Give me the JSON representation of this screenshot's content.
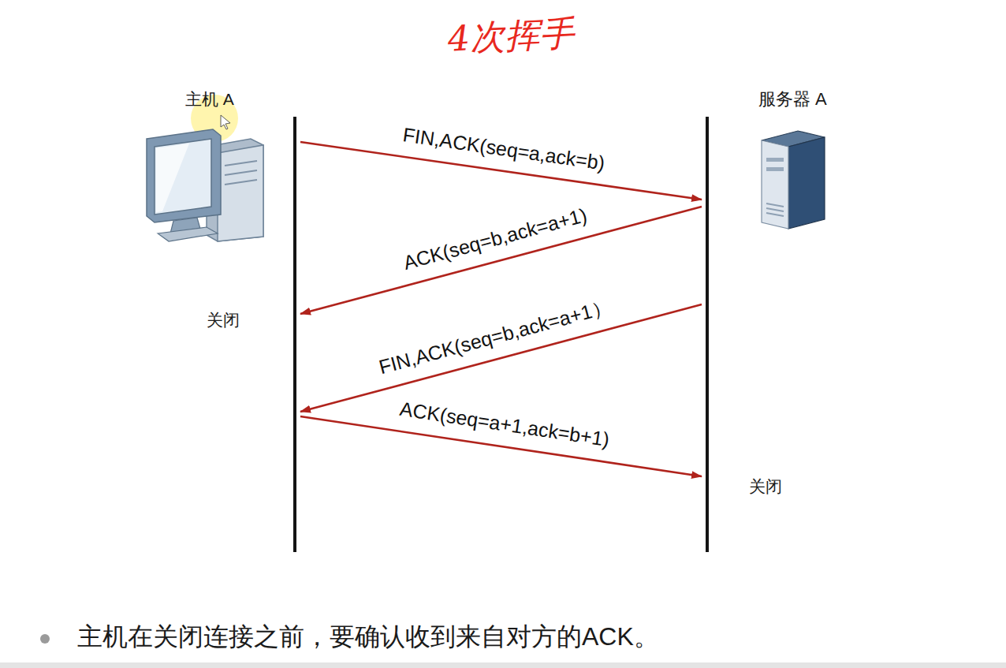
{
  "diagram": {
    "title": "4次挥手",
    "caption": "主机在关闭连接之前，要确认收到来自对方的ACK。",
    "nodes": [
      {
        "text": [
          "主机 A"
        ]
      },
      {
        "text": [
          "服务器 A"
        ]
      }
    ],
    "edges": [
      {
        "from": 0,
        "to": 1,
        "label": "FIN,ACK(seq=a,ack=b)",
        "arrow": "to"
      },
      {
        "from": 1,
        "to": 0,
        "label": "ACK(seq=b,ack=a+1)",
        "arrow": "to"
      },
      {
        "from": 1,
        "to": 0,
        "label": "FIN,ACK(seq=b,ack=a+1）",
        "arrow": "to"
      },
      {
        "from": 0,
        "to": 1,
        "label": "ACK(seq=a+1,ack=b+1)",
        "arrow": "to"
      }
    ],
    "labels": [
      "关闭",
      "关闭"
    ]
  }
}
